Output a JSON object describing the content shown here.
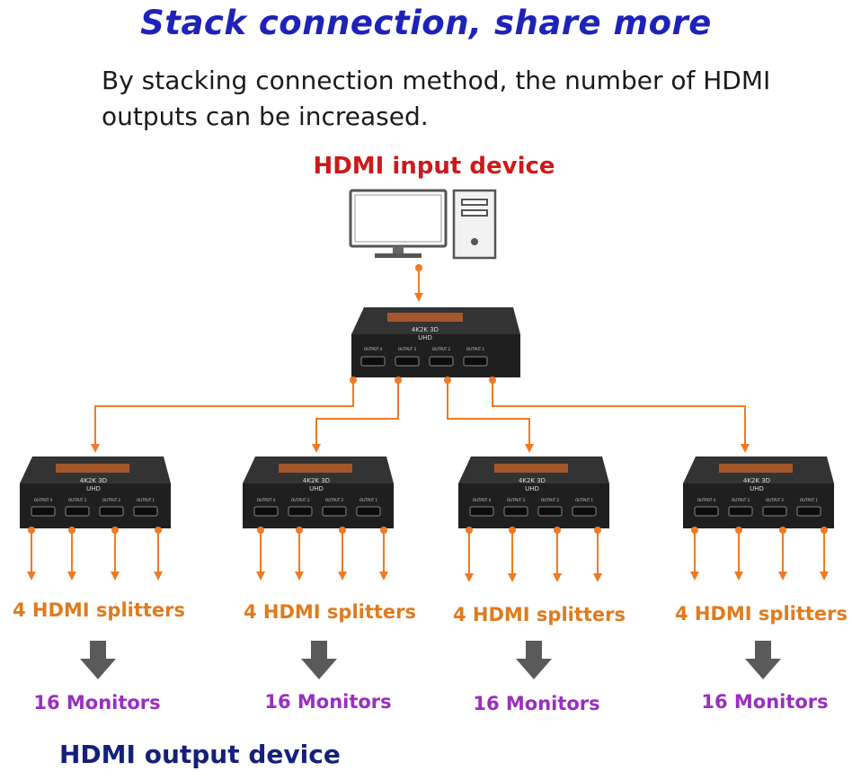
{
  "title": "Stack connection, share more",
  "subtitle": "By stacking connection method, the number of HDMI outputs can be increased.",
  "input_label": "HDMI input device",
  "output_label": "HDMI output device",
  "splitter": {
    "brand": "UHD",
    "model": "4K2K 3D",
    "ports": [
      "OUTPOT 4",
      "OUTPUT 3",
      "OUTPUT 2",
      "OUTPUT 1"
    ]
  },
  "groups": [
    {
      "splitter_label": "4 HDMI splitters",
      "monitors_label": "16 Monitors"
    },
    {
      "splitter_label": "4 HDMI splitters",
      "monitors_label": "16 Monitors"
    },
    {
      "splitter_label": "4 HDMI splitters",
      "monitors_label": "16 Monitors"
    },
    {
      "splitter_label": "4 HDMI splitters",
      "monitors_label": "16 Monitors"
    }
  ],
  "colors": {
    "connector": "#f07a24",
    "splitter_body": "#222222",
    "down_arrow": "#5a5a5a"
  }
}
